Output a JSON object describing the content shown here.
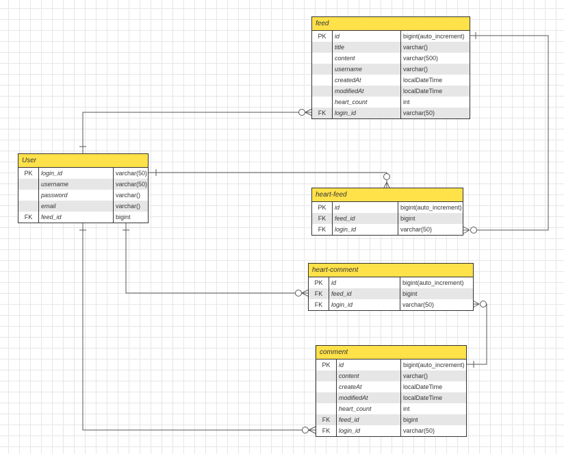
{
  "colors": {
    "header_fill": "#ffe14a",
    "alt_row_fill": "#e6e6e6",
    "line": "#555555",
    "border": "#333333"
  },
  "tables": {
    "feed": {
      "title": "feed",
      "rows": [
        {
          "key": "PK",
          "name": "id",
          "type": "bigint(auto_increment)"
        },
        {
          "key": "",
          "name": "title",
          "type": "varchar()"
        },
        {
          "key": "",
          "name": "content",
          "type": "varchar(500)"
        },
        {
          "key": "",
          "name": "username",
          "type": "varchar()"
        },
        {
          "key": "",
          "name": "createdAt",
          "type": "localDateTime"
        },
        {
          "key": "",
          "name": "modifiedAt",
          "type": "localDateTime"
        },
        {
          "key": "",
          "name": "heart_count",
          "type": "int"
        },
        {
          "key": "FK",
          "name": "login_id",
          "type": "varchar(50)"
        }
      ]
    },
    "user": {
      "title": "User",
      "rows": [
        {
          "key": "PK",
          "name": "login_id",
          "type": "varchar(50)"
        },
        {
          "key": "",
          "name": "username",
          "type": "varchar(50)"
        },
        {
          "key": "",
          "name": "password",
          "type": "varchar()"
        },
        {
          "key": "",
          "name": "email",
          "type": "varchar()"
        },
        {
          "key": "FK",
          "name": "feed_id",
          "type": "bigint"
        }
      ]
    },
    "heart_feed": {
      "title": "heart-feed",
      "rows": [
        {
          "key": "PK",
          "name": "id",
          "type": "bigint(auto_increment)"
        },
        {
          "key": "FK",
          "name": "feed_id",
          "type": "bigint"
        },
        {
          "key": "FK",
          "name": "login_id",
          "type": "varchar(50)"
        }
      ]
    },
    "heart_comment": {
      "title": "heart-comment",
      "rows": [
        {
          "key": "PK",
          "name": "id",
          "type": "bigint(auto_increment)"
        },
        {
          "key": "FK",
          "name": "feed_id",
          "type": "bigint"
        },
        {
          "key": "FK",
          "name": "login_id",
          "type": "varchar(50)"
        }
      ]
    },
    "comment": {
      "title": "comment",
      "rows": [
        {
          "key": "PK",
          "name": "id",
          "type": "bigint(auto_increment)"
        },
        {
          "key": "",
          "name": "content",
          "type": "varchar()"
        },
        {
          "key": "",
          "name": "createAt",
          "type": "localDateTime"
        },
        {
          "key": "",
          "name": "modifiedAt",
          "type": "localDateTime"
        },
        {
          "key": "",
          "name": "heart_count",
          "type": "int"
        },
        {
          "key": "FK",
          "name": "feed_id",
          "type": "bigint"
        },
        {
          "key": "FK",
          "name": "login_id",
          "type": "varchar(50)"
        }
      ]
    }
  }
}
